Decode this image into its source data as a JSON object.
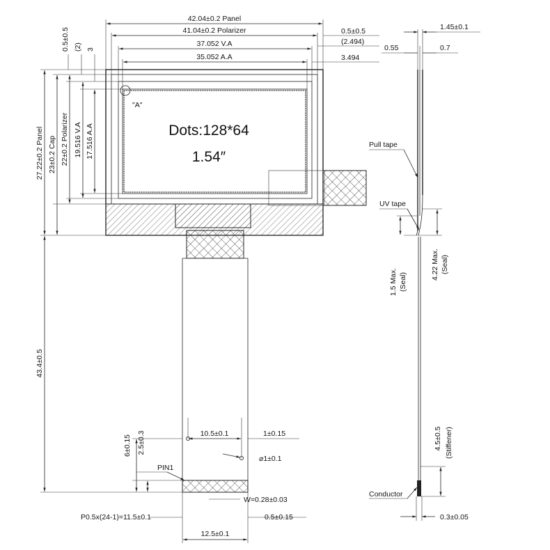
{
  "front_view": {
    "panel_width": "42.04±0.2 Panel",
    "polarizer_width": "41.04±0.2 Polarizer",
    "va_width": "37.052 V.A",
    "aa_width": "35.052 A.A",
    "right_offset_1": "0.5±0.5",
    "right_offset_2": "(2.494)",
    "right_offset_3": "3.494",
    "top_offset_1": "0.5±0.5",
    "top_offset_2": "(2)",
    "top_offset_3": "3",
    "panel_height": "27.22±0.2 Panel",
    "cap_height": "23±0.2 Cap",
    "polarizer_height": "22±0.2 Polarizer",
    "va_height": "19.516 V.A",
    "aa_height": "17.516 A.A",
    "detail_label": "\"A\"",
    "display_dots": "Dots:128*64",
    "display_size": "1.54″"
  },
  "fpc": {
    "total_length": "43.4±0.5",
    "hole_spacing": "10.5±0.1",
    "hole_edge": "1±0.15",
    "hole_dia": "⌀1±0.1",
    "hole_from_end": "6±0.15",
    "finger_length": "2.5±0.3",
    "pin1": "PIN1",
    "pitch": "P0.5x(24-1)=11.5±0.1",
    "width": "W=0.28±0.03",
    "end_margin": "0.5±0.15",
    "fpc_width": "12.5±0.1"
  },
  "side_view": {
    "thickness": "1.45±0.1",
    "left_part": "0.55",
    "right_part": "0.7",
    "pull_tape": "Pull tape",
    "uv_tape": "UV tape",
    "seal_1": "1.5 Max.",
    "seal_1_sub": "(Seal)",
    "seal_2": "4.22 Max.",
    "seal_2_sub": "(Seal)",
    "stiffener": "4.5±0.5",
    "stiffener_sub": "(Stiffener)",
    "conductor": "Conductor",
    "fpc_thickness": "0.3±0.05"
  }
}
